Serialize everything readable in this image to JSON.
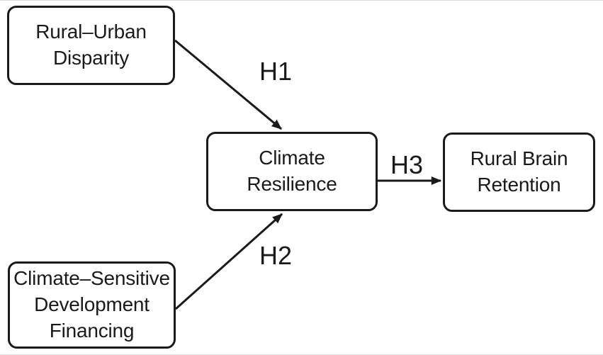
{
  "figure": {
    "type": "path-diagram",
    "background_color": "#ffffff",
    "stroke_color": "#1a1a1a",
    "nodes": {
      "rural_urban_disparity": {
        "label": "Rural–Urban Disparity",
        "lines": [
          "Rural–Urban",
          "Disparity"
        ]
      },
      "climate_resilience": {
        "label": "Climate Resilience",
        "lines": [
          "Climate",
          "Resilience"
        ]
      },
      "rural_brain_retention": {
        "label": "Rural Brain Retention",
        "lines": [
          "Rural Brain",
          "Retention"
        ]
      },
      "climate_sensitive_financing": {
        "label": "Climate–Sensitive Development Financing",
        "lines": [
          "Climate–Sensitive",
          "Development",
          "Financing"
        ]
      }
    },
    "edges": {
      "h1": {
        "label": "H1",
        "from": "rural_urban_disparity",
        "to": "climate_resilience"
      },
      "h2": {
        "label": "H2",
        "from": "climate_sensitive_financing",
        "to": "climate_resilience"
      },
      "h3": {
        "label": "H3",
        "from": "climate_resilience",
        "to": "rural_brain_retention"
      }
    }
  }
}
